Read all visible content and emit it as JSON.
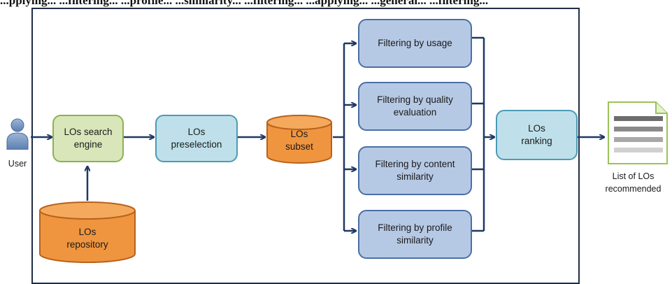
{
  "caption_partial": "...pplying... ...filtering... ...profile... ...similarity... ...filtering... ...applying... ...general... ...filtering...",
  "user": {
    "label": "User"
  },
  "search_engine": {
    "label_line1": "LOs search",
    "label_line2": "engine"
  },
  "repository": {
    "label_line1": "LOs",
    "label_line2": "repository"
  },
  "preselection": {
    "label_line1": "LOs",
    "label_line2": "preselection"
  },
  "subset": {
    "label_line1": "LOs",
    "label_line2": "subset"
  },
  "filters": [
    {
      "line1": "Filtering by usage",
      "line2": ""
    },
    {
      "line1": "Filtering by quality",
      "line2": "evaluation"
    },
    {
      "line1": "Filtering by content",
      "line2": "similarity"
    },
    {
      "line1": "Filtering by profile",
      "line2": "similarity"
    }
  ],
  "ranking": {
    "label_line1": "LOs",
    "label_line2": "ranking"
  },
  "output": {
    "label_line1": "List of LOs",
    "label_line2": "recommended"
  },
  "colors": {
    "green_fill": "#d8e6b9",
    "cyan_fill": "#bfe0ea",
    "blue_fill": "#b6c9e4",
    "orange_fill": "#f0953f",
    "arrow": "#1f3864",
    "user_icon": "#6f8fba"
  }
}
